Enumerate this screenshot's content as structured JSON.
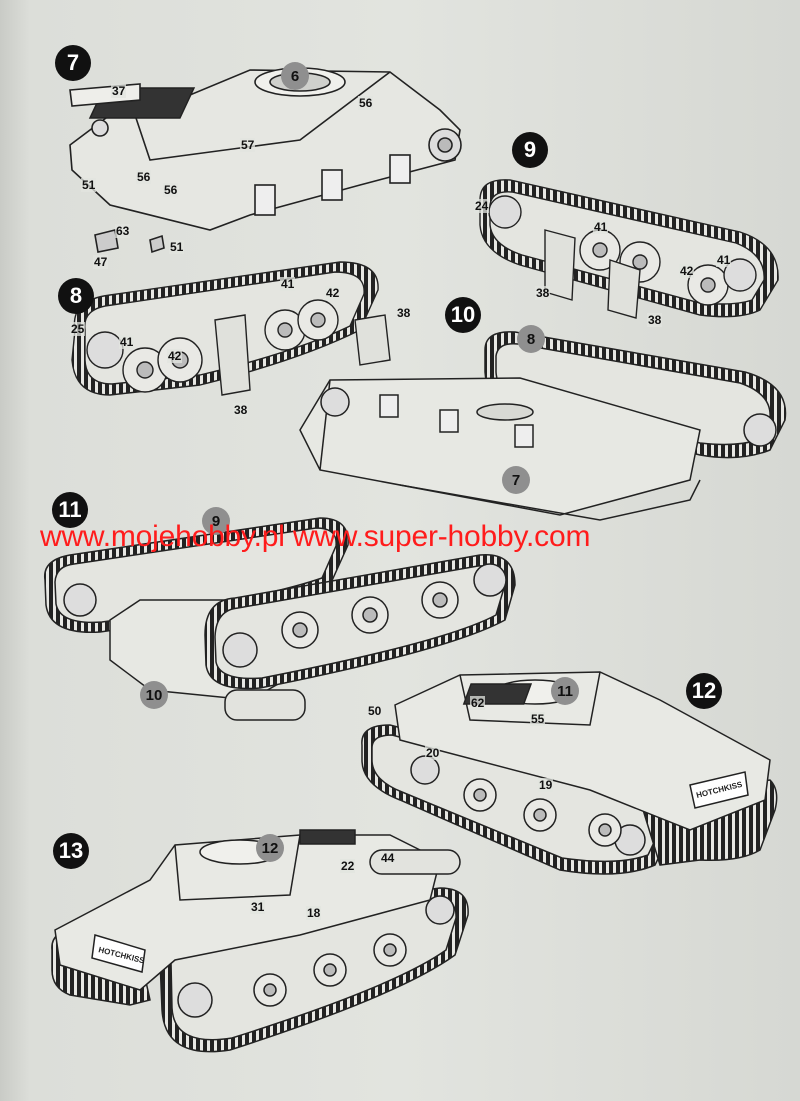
{
  "steps": [
    "7",
    "8",
    "9",
    "10",
    "11",
    "12",
    "13"
  ],
  "refs": {
    "s7_sub": "6",
    "s8_sub": "7",
    "s9_sub": "8",
    "s11_top": "9",
    "s11_bottom": "10",
    "s12_sub": "11",
    "s13_sub": "12"
  },
  "parts": {
    "s7": [
      "37",
      "56",
      "57",
      "51",
      "56",
      "56",
      "63",
      "47",
      "51"
    ],
    "s8": [
      "41",
      "42",
      "38",
      "25",
      "41",
      "42",
      "38"
    ],
    "s9": [
      "24",
      "41",
      "42",
      "41",
      "38",
      "38"
    ],
    "s12": [
      "50",
      "62",
      "55",
      "20",
      "19"
    ],
    "s13": [
      "22",
      "44",
      "31",
      "18"
    ]
  },
  "watermark": "www.mojehobby.pl www.super-hobby.com",
  "colors": {
    "watermark": "#ff1c1c",
    "step_badge": "#111111",
    "ref_badge": "#8f8f8f"
  }
}
